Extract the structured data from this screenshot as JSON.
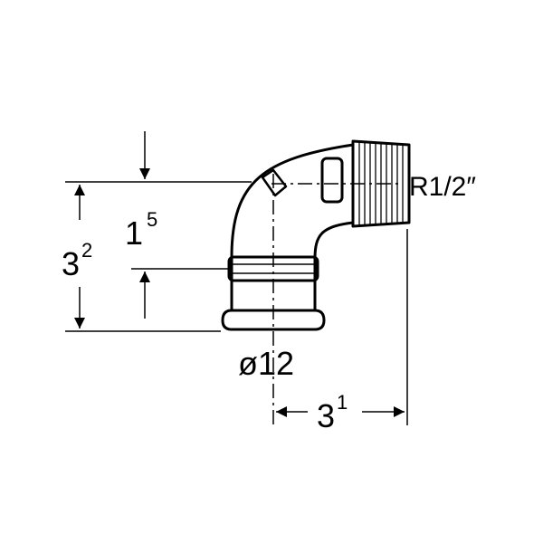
{
  "dimensions": {
    "height_total": {
      "main": "3",
      "sup": "2"
    },
    "height_center": {
      "main": "1",
      "sup": "5"
    },
    "width_total": {
      "main": "3",
      "sup": "1"
    },
    "diameter": "ø12",
    "thread": "R1/2″"
  },
  "colors": {
    "line": "#000000",
    "background": "#ffffff"
  }
}
